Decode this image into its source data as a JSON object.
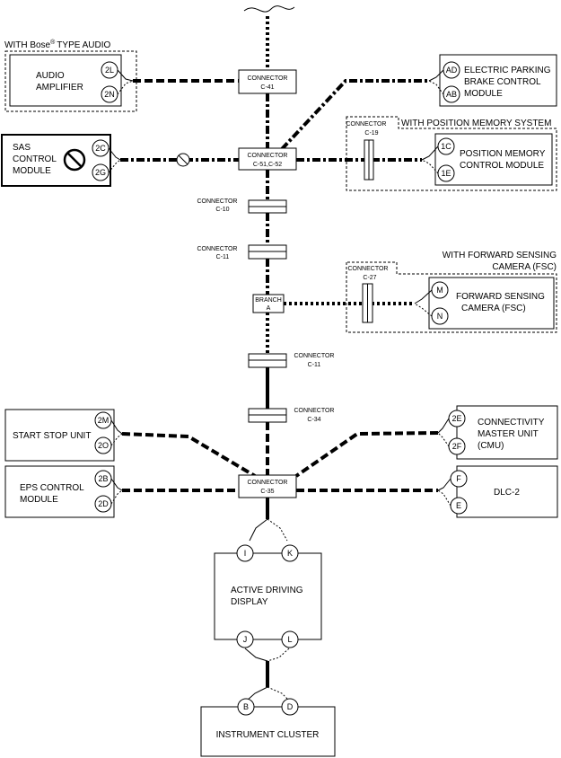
{
  "groups": {
    "bose": "WITH Bose",
    "bose_reg": "®",
    "bose_tail": "TYPE AUDIO",
    "position": "WITH POSITION MEMORY SYSTEM",
    "fsc_line1": "WITH FORWARD SENSING",
    "fsc_line2": "CAMERA (FSC)"
  },
  "modules": {
    "audio": [
      "AUDIO",
      "AMPLIFIER"
    ],
    "epb": [
      "ELECTRIC PARKING",
      "BRAKE CONTROL",
      "MODULE"
    ],
    "sas": [
      "SAS",
      "CONTROL",
      "MODULE"
    ],
    "pos": [
      "POSITION MEMORY",
      "CONTROL MODULE"
    ],
    "fsc": [
      "FORWARD SENSING",
      "CAMERA (FSC)"
    ],
    "start": "START STOP UNIT",
    "cmu": [
      "CONNECTIVITY",
      "MASTER UNIT",
      "(CMU)"
    ],
    "eps": [
      "EPS CONTROL",
      "MODULE"
    ],
    "dlc": "DLC-2",
    "adisplay": [
      "ACTIVE DRIVING",
      "DISPLAY"
    ],
    "cluster": "INSTRUMENT CLUSTER"
  },
  "pins": {
    "audio": [
      "2L",
      "2N"
    ],
    "epb": [
      "AD",
      "AB"
    ],
    "sas": [
      "2C",
      "2G"
    ],
    "pos": [
      "1C",
      "1E"
    ],
    "fsc": [
      "M",
      "N"
    ],
    "start": [
      "2M",
      "2O"
    ],
    "cmu": [
      "2E",
      "2F"
    ],
    "eps": [
      "2B",
      "2D"
    ],
    "dlc": [
      "F",
      "E"
    ],
    "adisplay_top": [
      "I",
      "K"
    ],
    "adisplay_bottom": [
      "J",
      "L"
    ],
    "cluster": [
      "B",
      "D"
    ]
  },
  "connectors": {
    "c41": [
      "CONNECTOR",
      "C-41"
    ],
    "c51": [
      "CONNECTOR",
      "C-51,C-52"
    ],
    "c10": [
      "CONNECTOR",
      "C-10"
    ],
    "c11a": [
      "CONNECTOR",
      "C-11"
    ],
    "branch": [
      "BRANCH",
      "A"
    ],
    "c11b": [
      "CONNECTOR",
      "C-11"
    ],
    "c34": [
      "CONNECTOR",
      "C-34"
    ],
    "c35": [
      "CONNECTOR",
      "C-35"
    ],
    "c19": [
      "CONNECTOR",
      "C-19"
    ],
    "c27": [
      "CONNECTOR",
      "C-27"
    ]
  }
}
